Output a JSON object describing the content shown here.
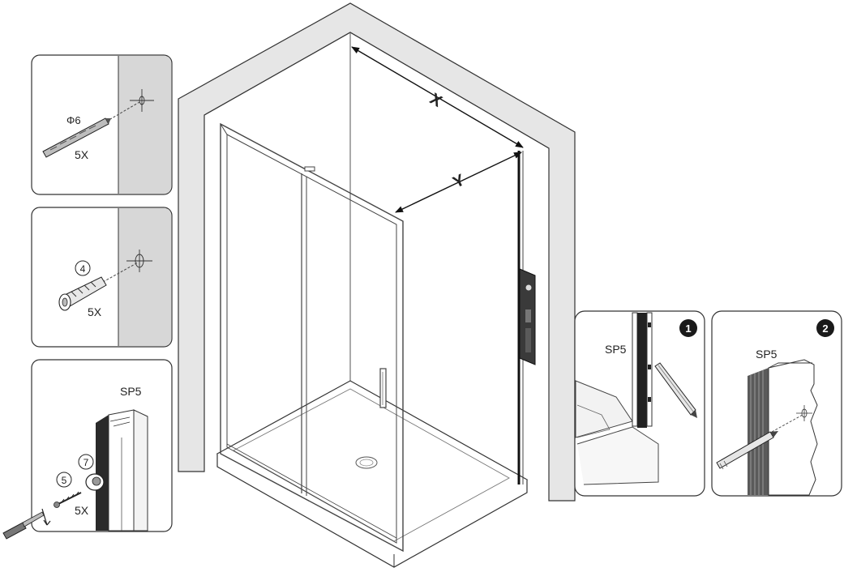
{
  "main": {
    "dimension_x": "X",
    "dimension_y": "Y"
  },
  "panel_drill": {
    "bit_label": "Φ6",
    "quantity": "5X"
  },
  "panel_plug": {
    "part_number": "4",
    "quantity": "5X"
  },
  "panel_mount": {
    "profile_label": "SP5",
    "screw_part": "5",
    "cap_part": "7",
    "quantity": "5X"
  },
  "step_1": {
    "number": "1",
    "profile_label": "SP5"
  },
  "step_2": {
    "number": "2",
    "profile_label": "SP5"
  },
  "colors": {
    "wall_fill": "#e6e6e6",
    "line": "#2b2b2b",
    "panel_border": "#444444",
    "step_badge": "#1a1a1a"
  }
}
